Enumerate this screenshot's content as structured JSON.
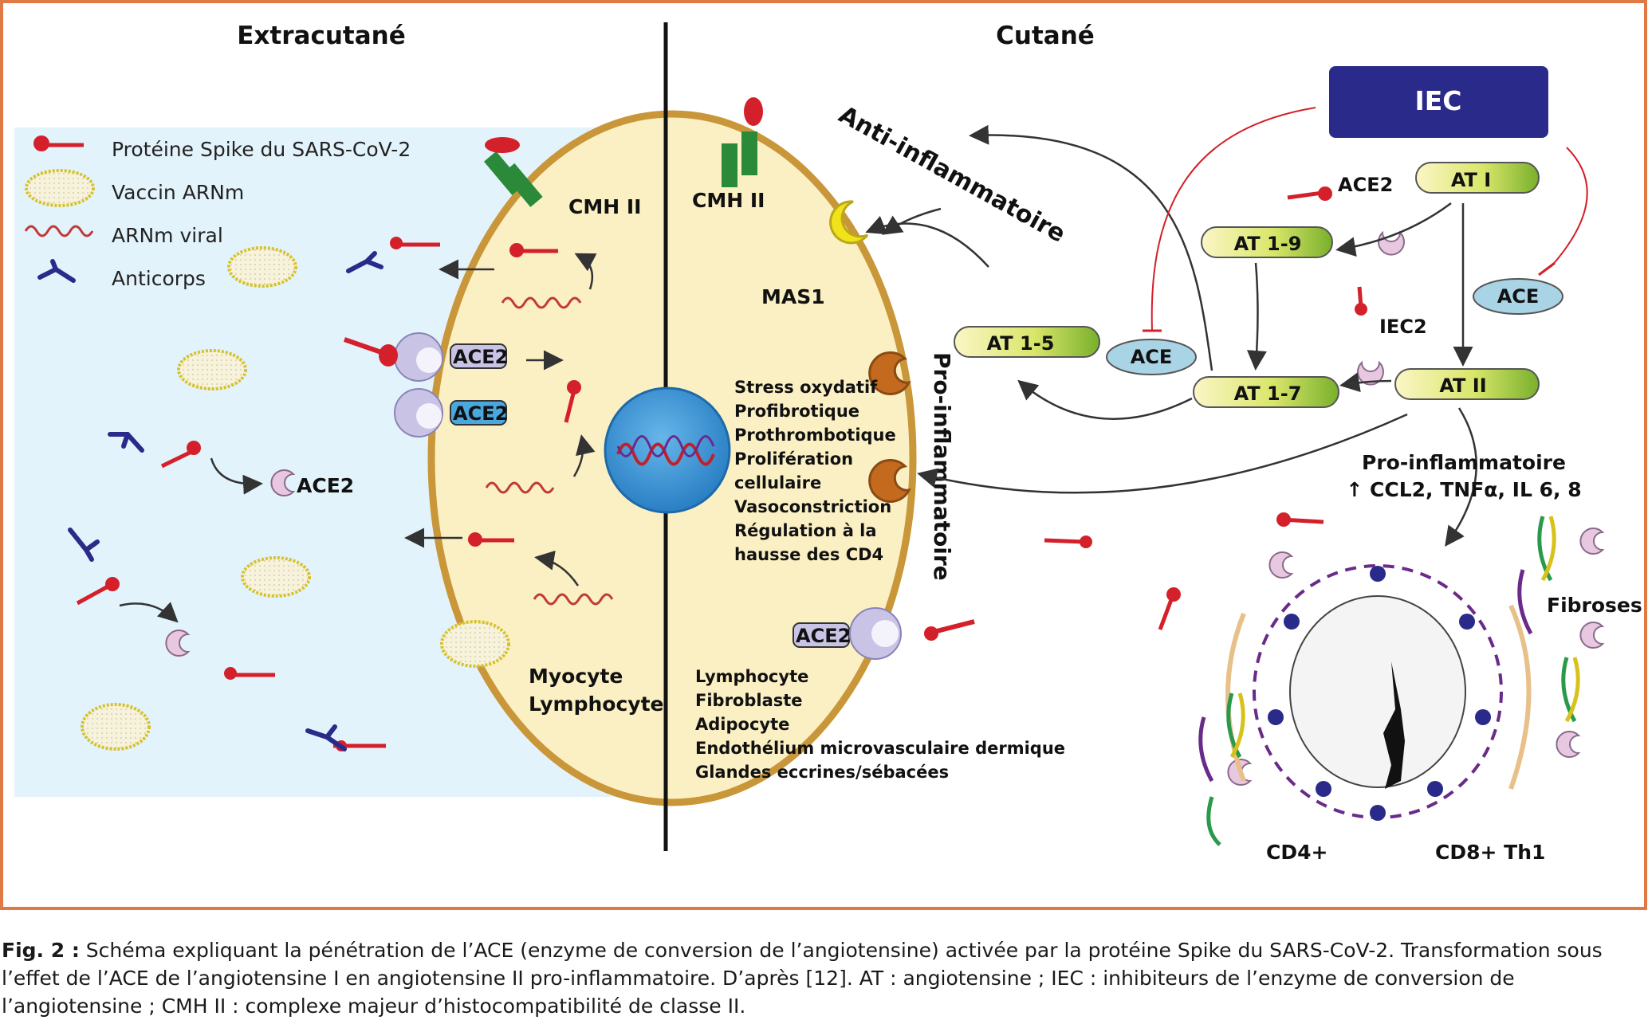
{
  "headings": {
    "extracutane": "Extracutané",
    "cutane": "Cutané"
  },
  "legend": [
    {
      "icon": "spike-protein-icon",
      "label": "Protéine Spike du SARS-CoV-2"
    },
    {
      "icon": "mrna-vaccine-icon",
      "label": "Vaccin ARNm"
    },
    {
      "icon": "viral-mrna-icon",
      "label": "ARNm viral"
    },
    {
      "icon": "antibody-icon",
      "label": "Anticorps"
    }
  ],
  "labels": {
    "cmh_left": "CMH II",
    "cmh_right": "CMH II",
    "ace2_1": "ACE2",
    "ace2_2": "ACE2",
    "ace2_free": "ACE2",
    "ace2_membrane": "ACE2",
    "ace2_right": "ACE2",
    "mas1": "MAS1",
    "cell_left_line1": "Myocyte",
    "cell_left_line2": "Lymphocyte",
    "anti_inflammatoire": "Anti-inflammatoire",
    "pro_inflammatoire_vertical": "Pro-inflammatoire",
    "iec": "IEC",
    "iec2": "IEC2",
    "fibroses": "Fibroses",
    "cd4": "CD4+",
    "cd8": "CD8+ Th1",
    "pro_inflam_title": "Pro-inflammatoire",
    "pro_inflam_cytokines": "↑ CCL2, TNFα, IL 6, 8"
  },
  "effects": [
    "Stress oxydatif",
    "Profibrotique",
    "Prothrombotique",
    "Prolifération",
    "cellulaire",
    "Vasoconstriction",
    "Régulation à la",
    "hausse des CD4"
  ],
  "cell_types": [
    "Lymphocyte",
    "Fibroblaste",
    "Adipocyte",
    "Endothélium microvasculaire dermique",
    "Glandes eccrines/sébacées"
  ],
  "pathway": {
    "at1": "AT I",
    "at19": "AT 1-9",
    "at15": "AT 1-5",
    "at17": "AT 1-7",
    "at2": "AT II",
    "ace_a": "ACE",
    "ace_b": "ACE"
  },
  "caption": {
    "lead": "Fig. 2 :",
    "text": " Schéma expliquant la pénétration de l’ACE (enzyme de conversion de l’angiotensine) activée par la protéine Spike du SARS-CoV-2. Transformation sous l’effet de l’ACE de l’angiotensine I en angiotensine II pro-inflammatoire. D’après [12]. AT : angiotensine ; IEC : inhibiteurs de l’enzyme de conversion de l’angiotensine ; CMH II : complexe majeur d’histocompatibilité de classe II."
  },
  "colors": {
    "frame": "#e07a45",
    "background_panel": "#e3f3fb",
    "cell_fill": "#fbf0c3",
    "cell_border": "#c9973a",
    "iec_box": "#2a2a8a",
    "spike": "#d4202a",
    "pill_green": "#9cc43a",
    "ace_oval": "#a9d4e6"
  }
}
